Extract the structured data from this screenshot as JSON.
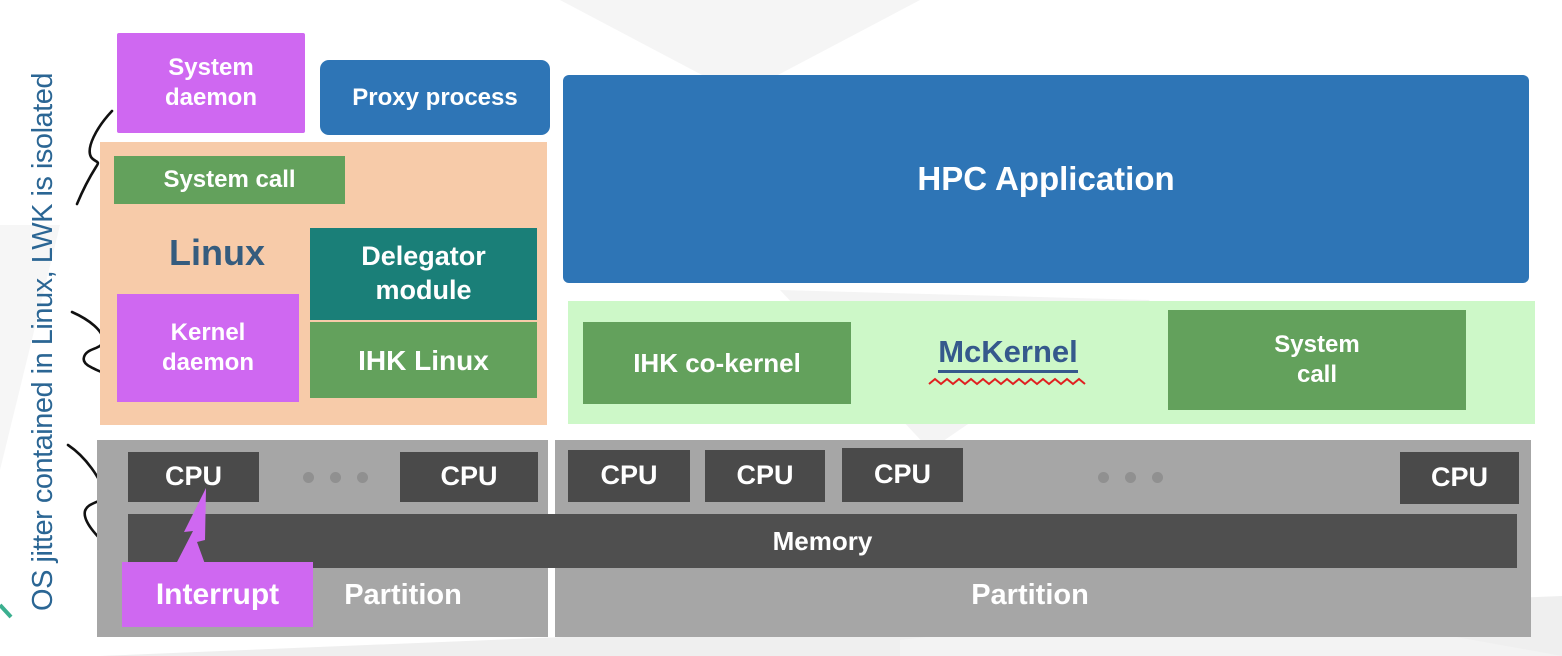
{
  "annotation": {
    "label": "OS jitter contained in Linux, LWK is isolated"
  },
  "linux_side": {
    "system_daemon": "System\ndaemon",
    "proxy_process": "Proxy process",
    "system_call": "System call",
    "panel_label": "Linux",
    "delegator_module": "Delegator\nmodule",
    "ihk_linux": "IHK Linux",
    "kernel_daemon": "Kernel\ndaemon"
  },
  "mckernel_side": {
    "hpc_application": "HPC Application",
    "ihk_cokernel": "IHK co-kernel",
    "mckernel": "McKernel",
    "system_call": "System\ncall"
  },
  "hardware": {
    "cpu": "CPU",
    "memory": "Memory",
    "partition_left": "Partition",
    "partition_right": "Partition",
    "interrupt": "Interrupt"
  },
  "colors": {
    "purple": "#CF68F1",
    "blue": "#2E75B6",
    "peach": "#F7CBA9",
    "green": "#63A15C",
    "teal": "#1A7F78",
    "light_green": "#CDF8C8",
    "gray": "#A6A6A6",
    "dark_gray": "#4A4A4A",
    "linux_label_blue": "#355C7E",
    "mckernel_blue": "#35598C",
    "annotation_blue": "#2B6694",
    "squiggle_black": "#000000",
    "spellcheck_red": "#E02020"
  }
}
